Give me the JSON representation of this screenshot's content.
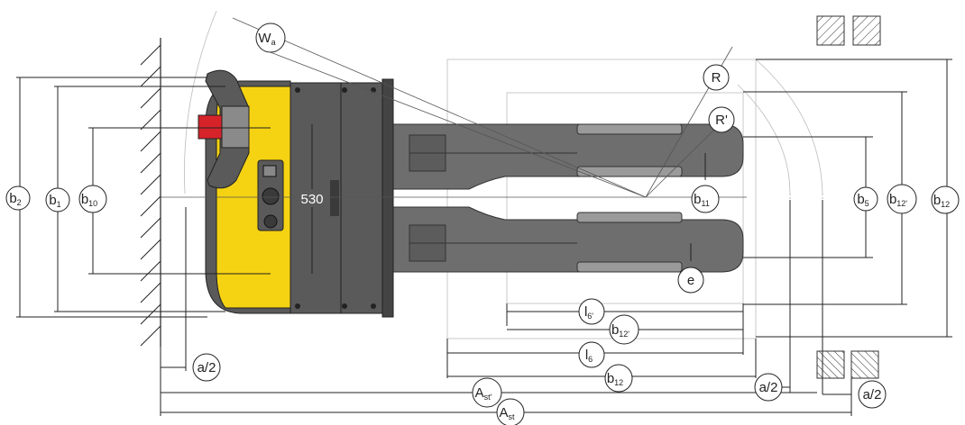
{
  "labels": {
    "wa": {
      "main": "W",
      "sub": "a"
    },
    "b2": {
      "main": "b",
      "sub": "2"
    },
    "b1": {
      "main": "b",
      "sub": "1"
    },
    "b10": {
      "main": "b",
      "sub": "10"
    },
    "dim530": {
      "main": "530"
    },
    "b11": {
      "main": "b",
      "sub": "11"
    },
    "b5": {
      "main": "b",
      "sub": "5"
    },
    "b12p": {
      "main": "b",
      "sub": "12'"
    },
    "b12": {
      "main": "b",
      "sub": "12"
    },
    "R": {
      "main": "R"
    },
    "Rp": {
      "main": "R'"
    },
    "e": {
      "main": "e"
    },
    "l6p": {
      "main": "l",
      "sub": "6'"
    },
    "b12p_h": {
      "main": "b",
      "sub": "12'"
    },
    "l6": {
      "main": "l",
      "sub": "6"
    },
    "b12_h": {
      "main": "b",
      "sub": "12"
    },
    "a2_left": {
      "main": "a/2"
    },
    "a2_mid": {
      "main": "a/2"
    },
    "a2_right": {
      "main": "a/2"
    },
    "astp": {
      "main": "A",
      "sub": "st'"
    },
    "ast": {
      "main": "A",
      "sub": "st"
    }
  },
  "colors": {
    "body_yellow": "#f5d312",
    "dark_grey": "#5a5a5a",
    "mid_grey": "#6e6e6e",
    "accent_red": "#d6232a",
    "outline": "#222222"
  }
}
